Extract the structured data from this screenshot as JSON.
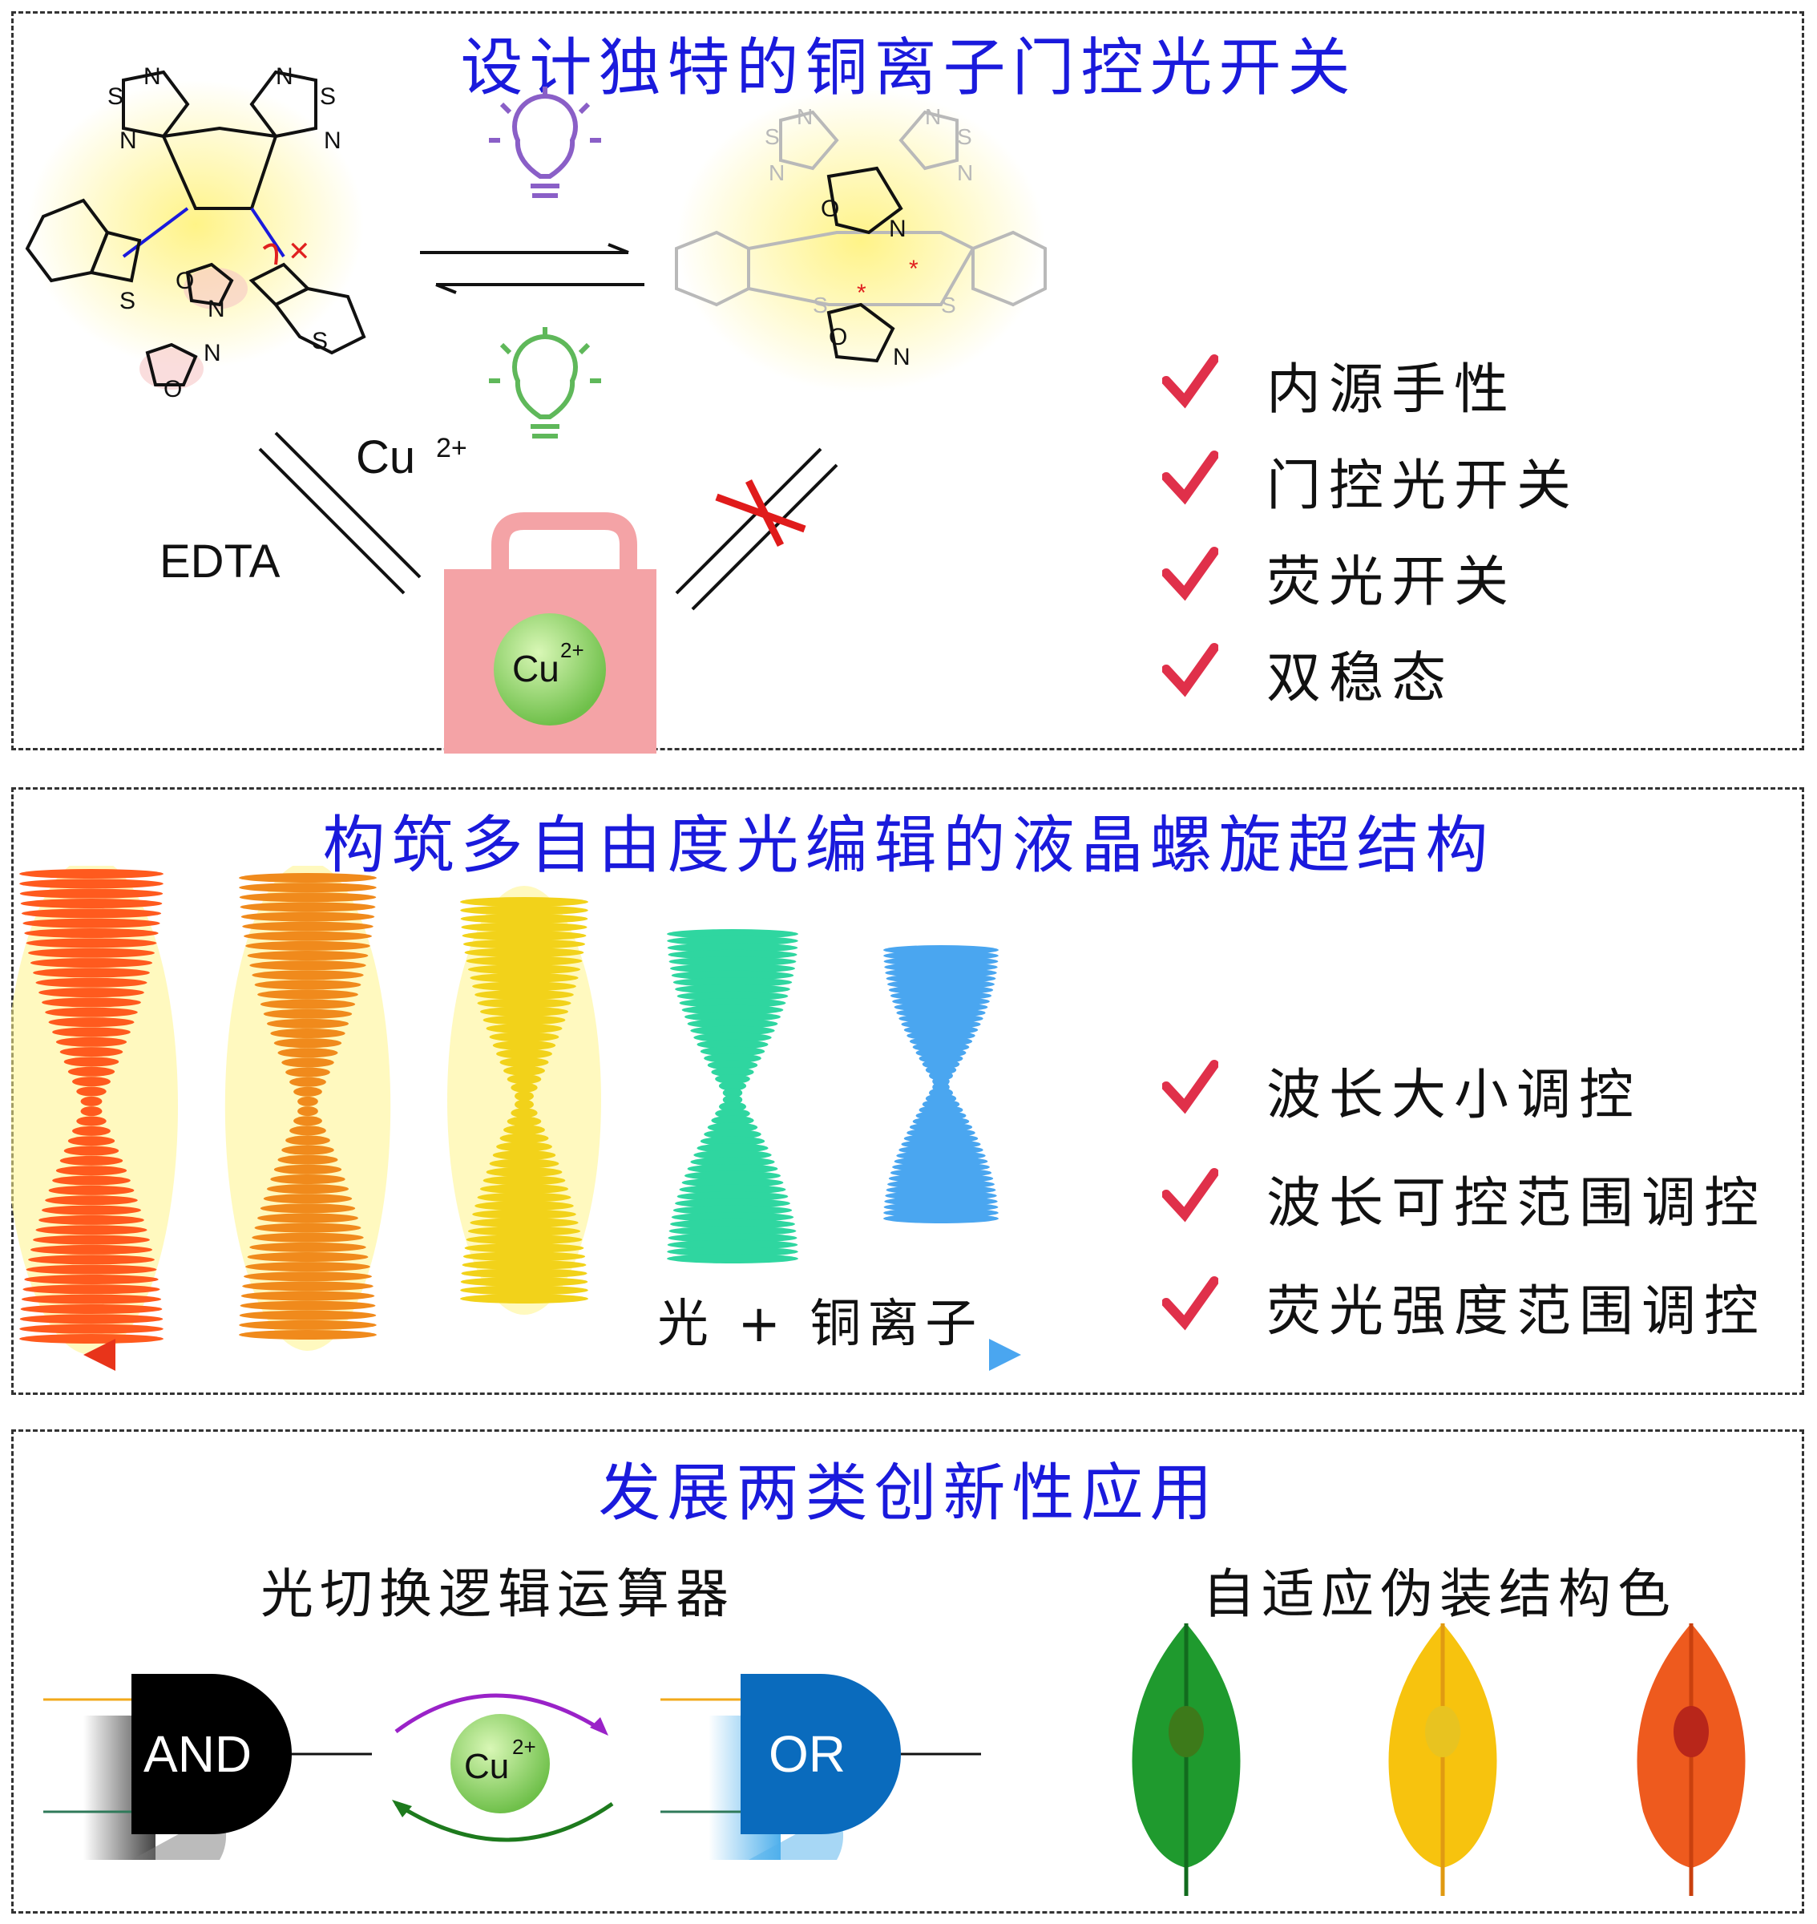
{
  "section1": {
    "title": "设计独特的铜离子门控光开关",
    "features": [
      "内源手性",
      "门控光开关",
      "荧光开关",
      "双稳态"
    ],
    "cu_label": "Cu",
    "cu_sup": "2+",
    "edta_label": "EDTA",
    "atom_labels": {
      "s": "S",
      "n": "N",
      "o": "O"
    }
  },
  "section2": {
    "title": "构筑多自由度光编辑的液晶螺旋超结构",
    "features": [
      "波长大小调控",
      "波长可控范围调控",
      "荧光强度范围调控"
    ],
    "arrow_label": "光 + 铜离子",
    "helix_colors": [
      "#ff5a1e",
      "#f08a1c",
      "#f2d21a",
      "#2fd6a0",
      "#4aa6f0"
    ]
  },
  "section3": {
    "title": "发展两类创新性应用",
    "left_title": "光切换逻辑运算器",
    "right_title": "自适应伪装结构色",
    "gate_and": "AND",
    "gate_or": "OR",
    "cu_label": "Cu",
    "cu_sup": "2+",
    "leaf_colors": [
      "#1f9a2e",
      "#f7c30e",
      "#ee5a1e"
    ]
  },
  "colors": {
    "title_blue": "#1a1adc",
    "check_red": "#e0304a",
    "lock_pink": "#f4a3a6"
  }
}
